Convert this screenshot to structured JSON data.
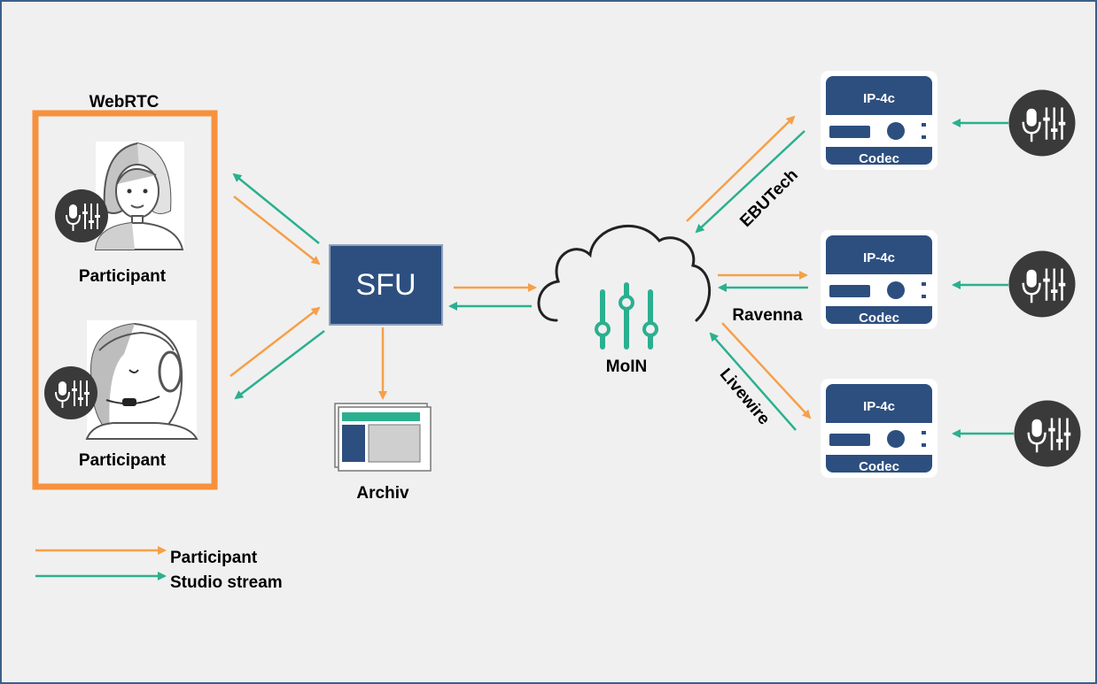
{
  "webrtc_group": {
    "title": "WebRTC"
  },
  "participants": [
    {
      "label": "Participant"
    },
    {
      "label": "Participant"
    }
  ],
  "sfu": {
    "label": "SFU"
  },
  "archive": {
    "label": "Archiv"
  },
  "cloud": {
    "label": "MoIN"
  },
  "links": [
    {
      "label": "EBUTech"
    },
    {
      "label": "Ravenna"
    },
    {
      "label": "Livewire"
    }
  ],
  "devices": [
    {
      "model": "IP-4c",
      "type": "Codec"
    },
    {
      "model": "IP-4c",
      "type": "Codec"
    },
    {
      "model": "IP-4c",
      "type": "Codec"
    }
  ],
  "legend": [
    {
      "label": "Participant",
      "color": "#f5a04a"
    },
    {
      "label": "Studio stream",
      "color": "#2bb08f"
    }
  ],
  "colors": {
    "background": "#f0f0f0",
    "frame_border": "#3b5f8a",
    "participant_arrow": "#f5a04a",
    "studio_arrow": "#2bb08f",
    "webrtc_box": "#f7913d",
    "navy": "#2d4f7f",
    "studio_icon": "#3a3a3a"
  }
}
